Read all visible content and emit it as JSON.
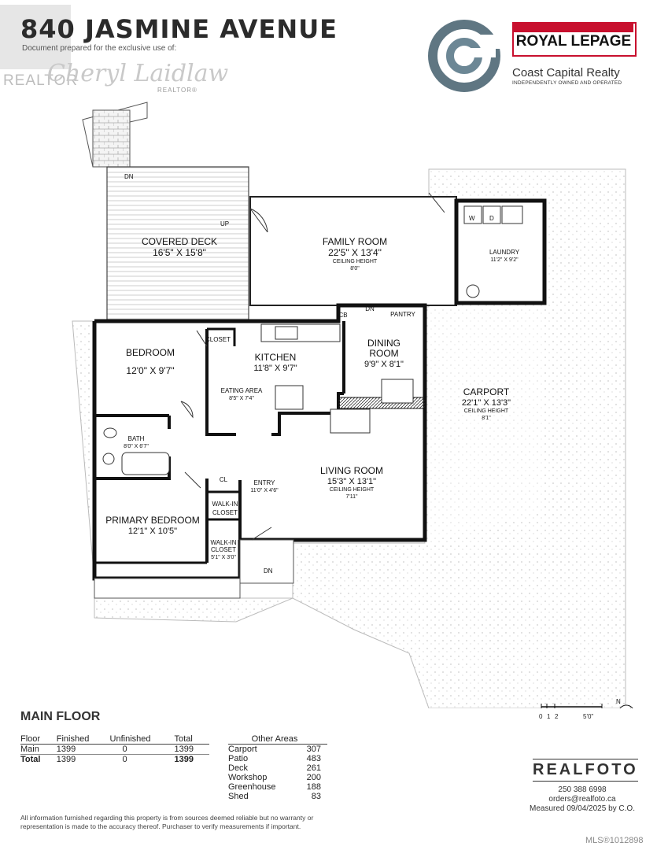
{
  "header": {
    "address": "840 JASMINE AVENUE",
    "prepared_for": "Document prepared for the exclusive use of:",
    "agent_name": "Cheryl Laidlaw",
    "agent_role": "REALTOR®",
    "realtor_mark": "REALTOR"
  },
  "brokerage": {
    "name": "ROYAL LEPAGE",
    "office": "Coast Capital Realty",
    "tagline": "INDEPENDENTLY OWNED AND OPERATED",
    "accent_color": "#c8102e"
  },
  "rooms": {
    "covered_deck": {
      "name": "COVERED DECK",
      "dims": "16'5\" X 15'8\""
    },
    "family_room": {
      "name": "FAMILY ROOM",
      "dims": "22'5\" X 13'4\"",
      "ceiling": "CEILING HEIGHT",
      "ceiling_val": "8'0\""
    },
    "laundry": {
      "name": "LAUNDRY",
      "dims": "11'2\" X 9'2\""
    },
    "bedroom": {
      "name": "BEDROOM",
      "dims": "12'0\" X 9'7\""
    },
    "closet": {
      "name": "CLOSET"
    },
    "kitchen": {
      "name": "KITCHEN",
      "dims": "11'8\" X 9'7\""
    },
    "eating_area": {
      "name": "EATING AREA",
      "dims": "8'5\" X 7'4\""
    },
    "dining": {
      "name1": "DINING",
      "name2": "ROOM",
      "dims": "9'9\" X 8'1\""
    },
    "pantry": {
      "name": "PANTRY"
    },
    "cb": {
      "name": "CB"
    },
    "carport": {
      "name": "CARPORT",
      "dims": "22'1\" X 13'3\"",
      "ceiling": "CEILING HEIGHT",
      "ceiling_val": "8'1\""
    },
    "bath": {
      "name": "BATH",
      "dims": "8'0\" X 6'7\""
    },
    "living": {
      "name": "LIVING ROOM",
      "dims": "15'3\" X 13'1\"",
      "ceiling": "CEILING HEIGHT",
      "ceiling_val": "7'11\""
    },
    "entry": {
      "name": "ENTRY",
      "dims": "11'0\" X 4'6\""
    },
    "cl": {
      "name": "CL"
    },
    "walkin1": {
      "name1": "WALK-IN",
      "name2": "CLOSET"
    },
    "walkin2": {
      "name1": "WALK-IN",
      "name2": "CLOSET",
      "dims": "5'1\" X 3'0\""
    },
    "primary": {
      "name": "PRIMARY BEDROOM",
      "dims": "12'1\" X 10'5\""
    },
    "labels": {
      "dn": "DN",
      "up": "UP",
      "w": "W",
      "d": "D"
    }
  },
  "scale": {
    "ticks": [
      "0",
      "1",
      "2",
      "5'0\""
    ],
    "north": "N"
  },
  "floor_title": "MAIN FLOOR",
  "floor_table": {
    "headers": [
      "Floor",
      "Finished",
      "Unfinished",
      "Total"
    ],
    "rows": [
      [
        "Main",
        "1399",
        "0",
        "1399"
      ],
      [
        "Total",
        "1399",
        "0",
        "1399"
      ]
    ]
  },
  "other_areas": {
    "header": "Other Areas",
    "rows": [
      [
        "Carport",
        "307"
      ],
      [
        "Patio",
        "483"
      ],
      [
        "Deck",
        "261"
      ],
      [
        "Workshop",
        "200"
      ],
      [
        "Greenhouse",
        "188"
      ],
      [
        "Shed",
        "83"
      ]
    ]
  },
  "disclaimer": "All information furnished regarding this property is from sources deemed reliable but no warranty or representation is made to the accuracy thereof. Purchaser to verify measurements if important.",
  "photographer": {
    "name": "REALFOTO",
    "phone": "250 388 6998",
    "email": "orders@realfoto.ca",
    "measured": "Measured 09/04/2025 by C.O."
  },
  "mls": "MLS®1012898"
}
